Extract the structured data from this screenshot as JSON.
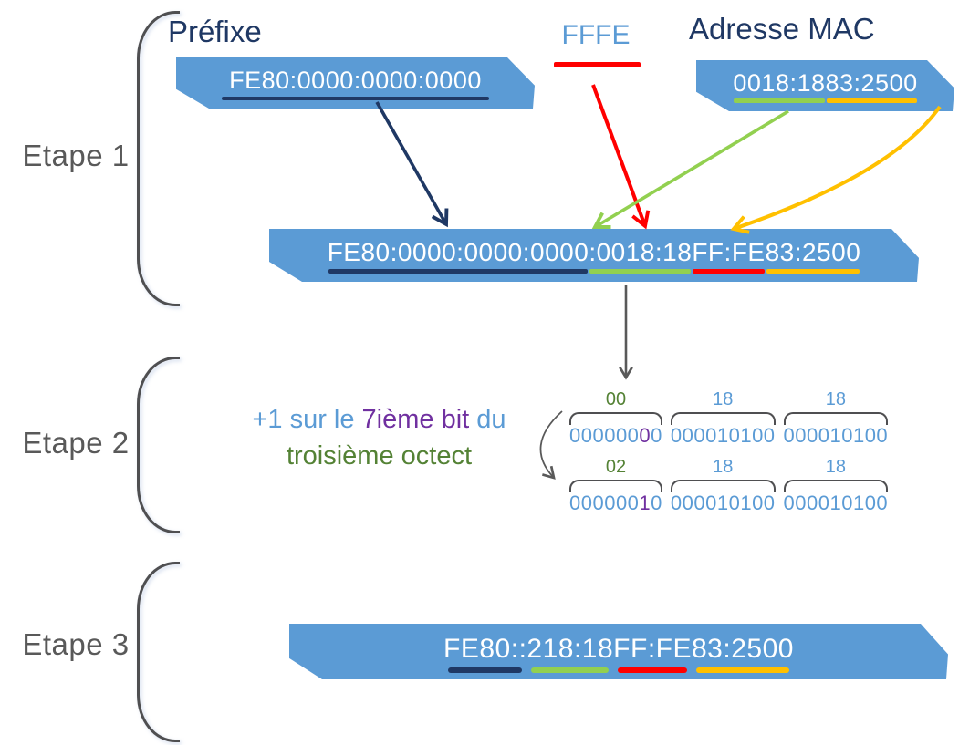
{
  "palette": {
    "banner_blue": "#5B9BD5",
    "navy": "#1F3864",
    "blue": "#5B9BD5",
    "red": "#FF0000",
    "green": "#92D050",
    "orange": "#FFC000",
    "purple": "#7030A0",
    "dark_green": "#548235",
    "gray": "#595959"
  },
  "headings": {
    "prefix": "Préfixe",
    "fffe": "FFFE",
    "mac": "Adresse MAC"
  },
  "steps": {
    "step1": "Etape 1",
    "step2": "Etape 2",
    "step3": "Etape 3"
  },
  "banners": {
    "prefix": {
      "segments": [
        {
          "text": "FE80:0000:0000:0000",
          "underline": "navy"
        }
      ]
    },
    "mac": {
      "segments": [
        {
          "text": "0018:18",
          "underline": "green"
        },
        {
          "text": "83:2500",
          "underline": "orange"
        }
      ]
    },
    "combined": {
      "segments": [
        {
          "text": "FE80:0000:0000:0000",
          "underline": "navy"
        },
        {
          "text": ":0018:18",
          "underline": "green"
        },
        {
          "text": "FF:FE",
          "underline": "red"
        },
        {
          "text": "83:2500",
          "underline": "orange"
        }
      ]
    },
    "final": {
      "segments": [
        {
          "text": "FE80::",
          "underline": "navy"
        },
        {
          "text": "218:18",
          "underline": "green"
        },
        {
          "text": "FF:FE",
          "underline": "red"
        },
        {
          "text": "83:2500",
          "underline": "orange"
        }
      ]
    }
  },
  "step2": {
    "note_line1": [
      {
        "text": "+1 sur le ",
        "color": "blue"
      },
      {
        "text": "7ième bit",
        "color": "purple"
      },
      {
        "text": " du",
        "color": "blue"
      }
    ],
    "note_line2": [
      {
        "text": "troisième octect",
        "color": "dark_green"
      }
    ],
    "rows": [
      {
        "groups": [
          {
            "label": "00",
            "label_color": "dark_green",
            "bits": [
              {
                "text": "000000",
                "color": "blue"
              },
              {
                "text": "0",
                "color": "purple"
              },
              {
                "text": "0",
                "color": "blue"
              }
            ]
          },
          {
            "label": "18",
            "label_color": "blue",
            "bits": [
              {
                "text": "000010100",
                "color": "blue"
              }
            ]
          },
          {
            "label": "18",
            "label_color": "blue",
            "bits": [
              {
                "text": "000010100",
                "color": "blue"
              }
            ]
          }
        ]
      },
      {
        "groups": [
          {
            "label": "02",
            "label_color": "dark_green",
            "bits": [
              {
                "text": "000000",
                "color": "blue"
              },
              {
                "text": "1",
                "color": "purple"
              },
              {
                "text": "0",
                "color": "blue"
              }
            ]
          },
          {
            "label": "18",
            "label_color": "blue",
            "bits": [
              {
                "text": "000010100",
                "color": "blue"
              }
            ]
          },
          {
            "label": "18",
            "label_color": "blue",
            "bits": [
              {
                "text": "000010100",
                "color": "blue"
              }
            ]
          }
        ]
      }
    ]
  }
}
